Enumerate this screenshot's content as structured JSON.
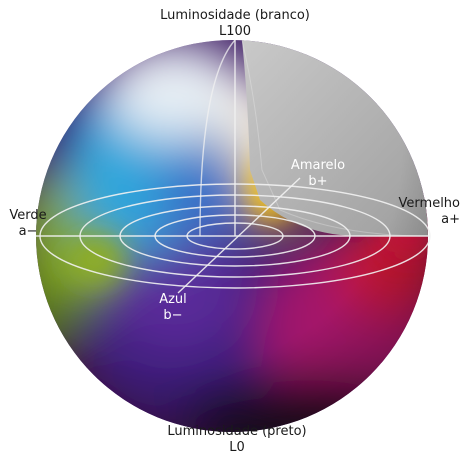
{
  "labels": {
    "top": {
      "line1": "Luminosidade (branco)",
      "line2": "L100"
    },
    "bottom": {
      "line1": "Luminosidade (preto)",
      "line2": "L0"
    },
    "left": {
      "line1": "Verde",
      "line2": "a−"
    },
    "right": {
      "line1": "Vermelho",
      "line2": "a+"
    },
    "yellow": {
      "line1": "Amarelo",
      "line2": "b+"
    },
    "blue": {
      "line1": "Azul",
      "line2": "b−"
    }
  },
  "colors": {
    "background": "#ffffff",
    "cutaway_gray": "#a6a6a6",
    "grid_lines": "#f2f2f2",
    "green": "#7ea228",
    "cyan_blue": "#2fa6dc",
    "yellow": "#ffd400",
    "red": "#c11430",
    "magenta": "#a3156a",
    "violet": "#4a1f86",
    "dark": "#2a0d22"
  }
}
